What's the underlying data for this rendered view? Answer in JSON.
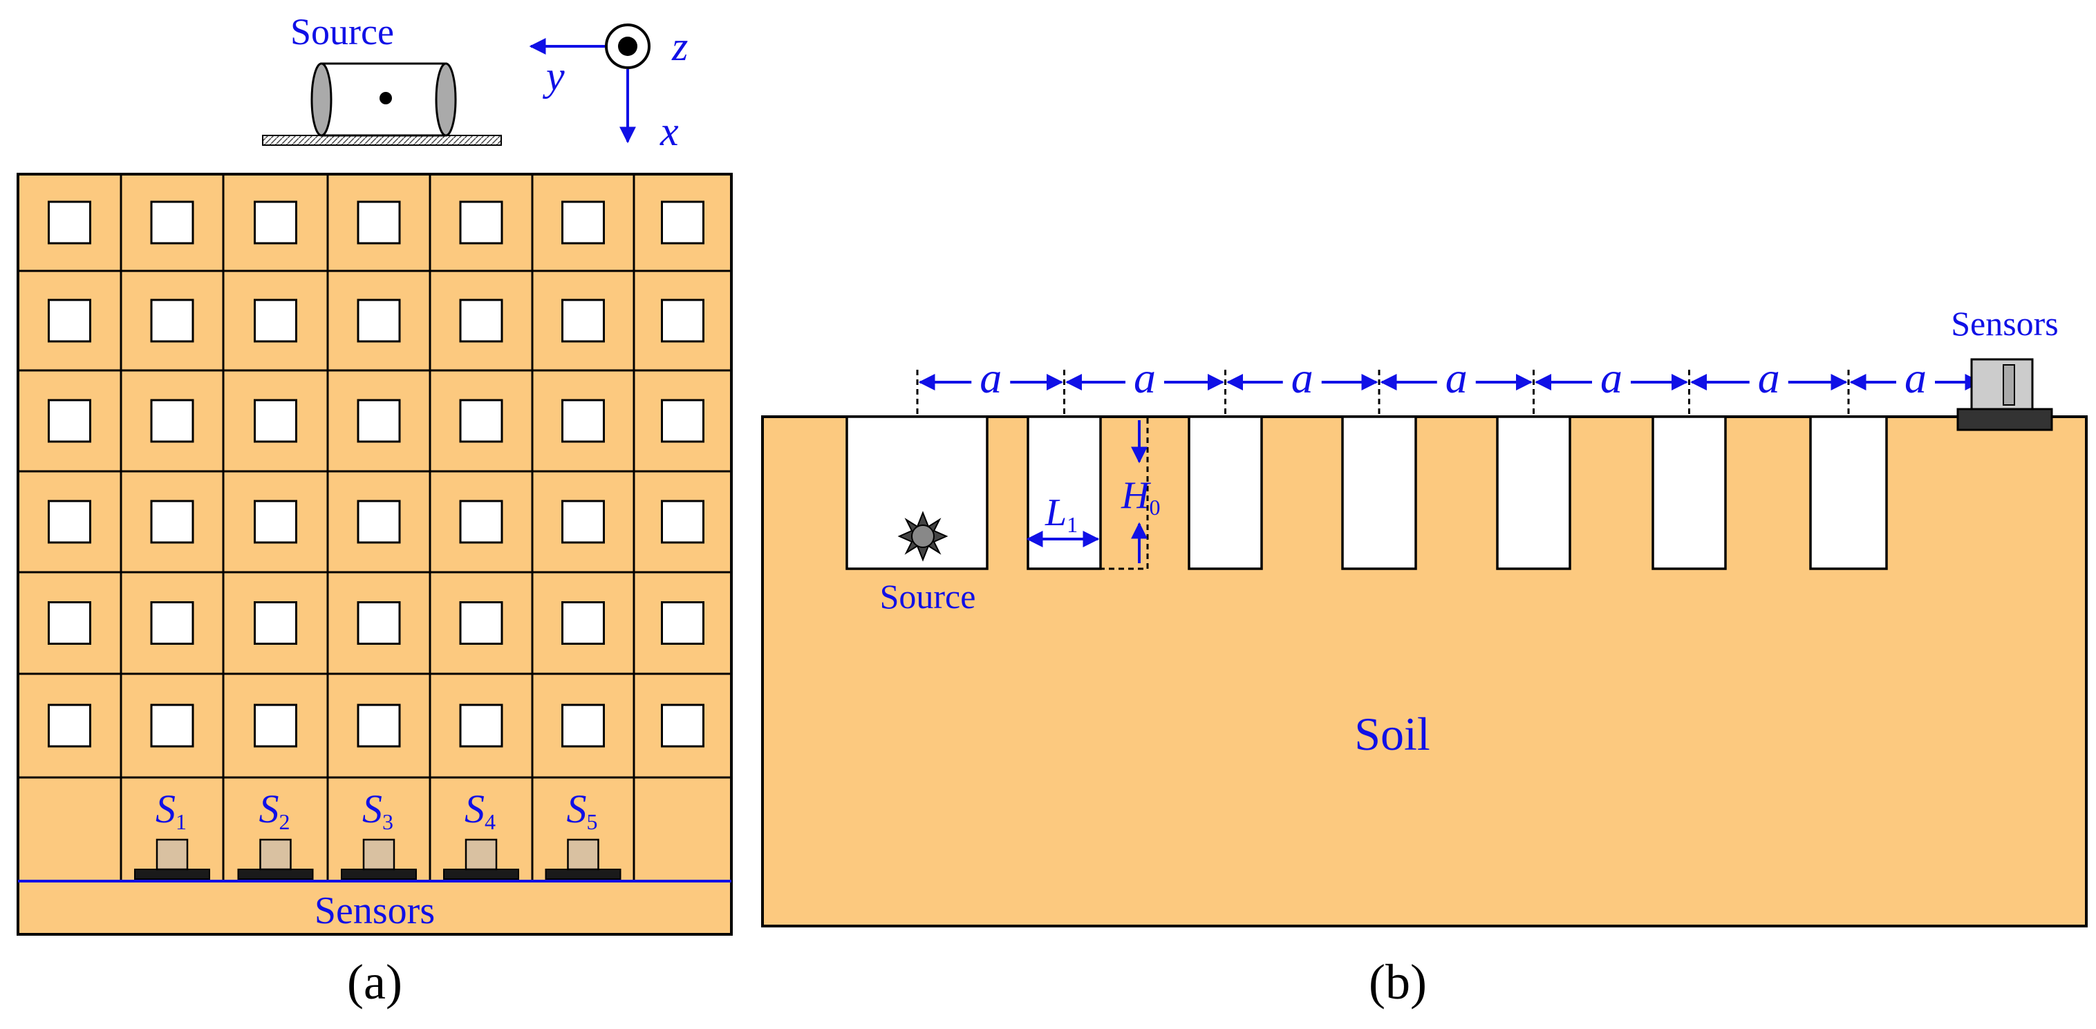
{
  "colors": {
    "soil": "#FCC97F",
    "label_blue": "#1010E6",
    "grid_line": "#000000",
    "sensor_body": "#D9C1A1",
    "sensor_base": "#1A1A1A",
    "hole_fill": "#FFFFFF"
  },
  "panel_a": {
    "source_label": "Source",
    "axis_y": "y",
    "axis_x": "x",
    "axis_z": "z",
    "cell_rows": 6,
    "cell_cols": 7,
    "sensor_prefix": "S",
    "sensors": [
      "1",
      "2",
      "3",
      "4",
      "5"
    ],
    "sensors_label": "Sensors",
    "caption": "(a)"
  },
  "panel_b": {
    "spacing_label": "a",
    "spacing_count": 7,
    "trench_count": 7,
    "width_label_main": "L",
    "width_label_sub": "1",
    "depth_label_main": "H",
    "depth_label_sub": "0",
    "source_label": "Source",
    "sensors_label": "Sensors",
    "soil_label": "Soil",
    "caption": "(b)"
  },
  "icons": [
    "source-cylinder-icon",
    "z-axis-out-of-plane-icon",
    "sensor-icon",
    "starburst-source-icon"
  ]
}
